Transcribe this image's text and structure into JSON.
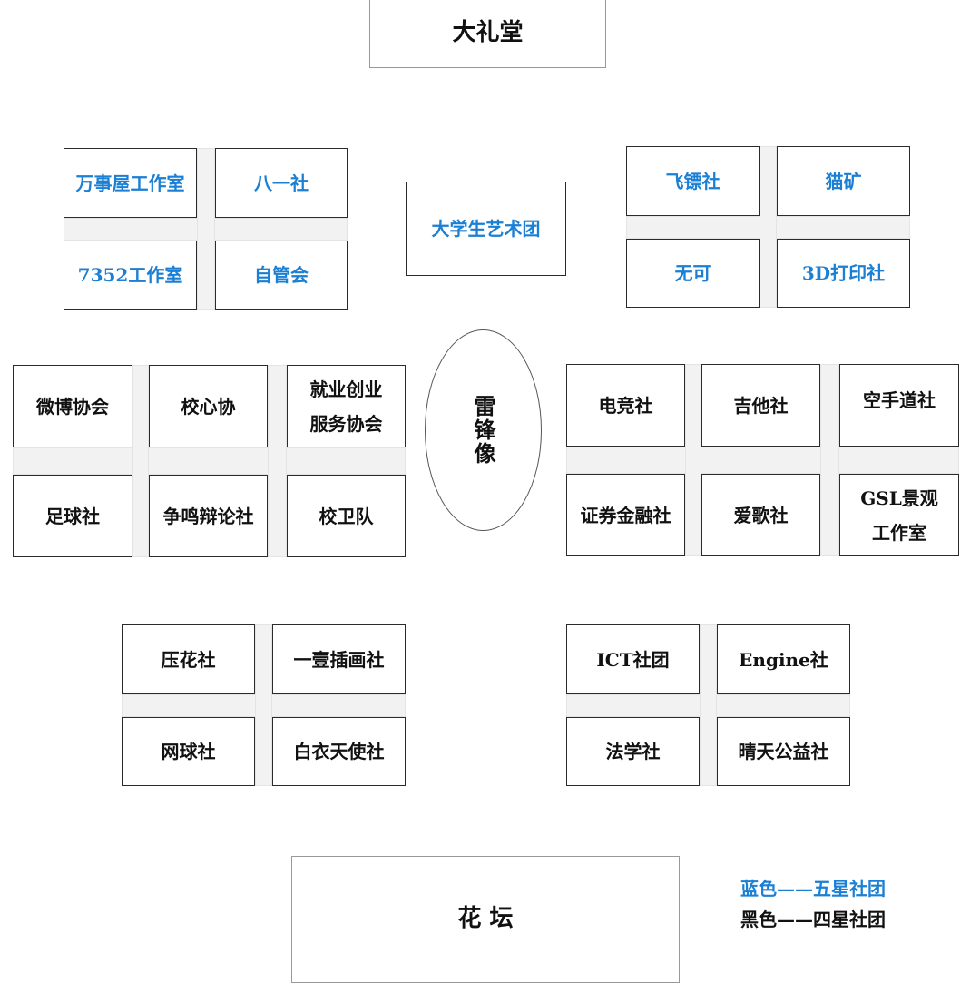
{
  "landmarks": {
    "auditorium": "大礼堂",
    "statue": "雷锋像",
    "flower_bed": "花 坛"
  },
  "center_top": "大学生艺术团",
  "top_left": [
    "万事屋工作室",
    "八一社",
    "7352工作室",
    "自管会"
  ],
  "top_right": [
    "飞镖社",
    "猫矿",
    "无可",
    "3D打印社"
  ],
  "mid_left": [
    [
      "微博协会"
    ],
    [
      "校心协"
    ],
    [
      "就业创业",
      "服务协会"
    ],
    [
      "足球社"
    ],
    [
      "争鸣辩论社"
    ],
    [
      "校卫队"
    ]
  ],
  "mid_right": [
    [
      "电竞社"
    ],
    [
      "吉他社"
    ],
    [
      "空手道社"
    ],
    [
      "证券金融社"
    ],
    [
      "爱歌社"
    ],
    [
      "GSL景观",
      "工作室"
    ]
  ],
  "bottom_left": [
    "压花社",
    "一壹插画社",
    "网球社",
    "白衣天使社"
  ],
  "bottom_right": [
    "ICT社团",
    "Engine社",
    "法学社",
    "晴天公益社"
  ],
  "legend": {
    "five_star": "蓝色——五星社团",
    "four_star": "黑色——四星社团"
  },
  "colors": {
    "five_star": "#1b7fd3",
    "four_star": "#111111"
  }
}
